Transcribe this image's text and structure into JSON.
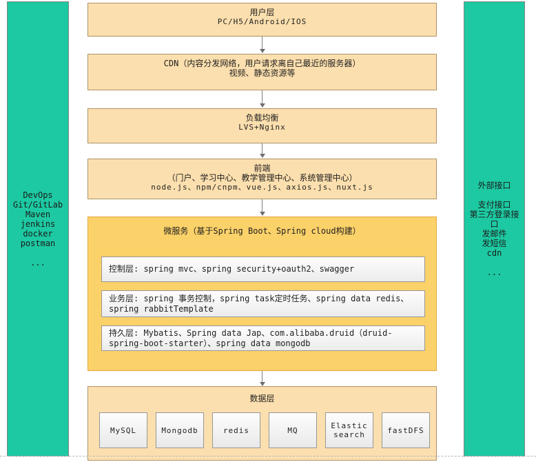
{
  "diagram": {
    "colors": {
      "panel_teal": "#1dc9a2",
      "layer_peach": "#fcdfae",
      "microservice_gold": "#fbd169",
      "sub_box_gray": "#f2f2f2",
      "arrow_gray": "#7d7d7d"
    },
    "left_panel": {
      "items": [
        "DevOps",
        "Git/GitLab",
        "Maven",
        "jenkins",
        "docker",
        "postman",
        "",
        "..."
      ]
    },
    "right_panel": {
      "items": [
        "外部接口",
        "",
        "支付接口",
        "第三方登录接口",
        "发邮件",
        "发短信",
        "cdn",
        "",
        "..."
      ]
    },
    "user_layer": {
      "title": "用户层",
      "subtitle": "PC/H5/Android/IOS"
    },
    "cdn_layer": {
      "title": "CDN（内容分发网络，用户请求离自己最近的服务器）",
      "subtitle": "视频、静态资源等"
    },
    "lb_layer": {
      "title": "负载均衡",
      "subtitle": "LVS+Nginx"
    },
    "frontend_layer": {
      "title": "前端",
      "subtitle": "（门户、学习中心、教学管理中心、系统管理中心）",
      "tech": "node.js、npm/cnpm、vue.js、axios.js、nuxt.js"
    },
    "micro_layer": {
      "title": "微服务（基于Spring Boot、Spring cloud构建）",
      "controller": "控制层: spring mvc、spring security+oauth2、swagger",
      "business": "业务层: spring 事务控制，spring task定时任务、spring data redis、spring rabbitTemplate",
      "persistence": "持久层: Mybatis、Spring data Jap、com.alibaba.druid（druid-spring-boot-starter）、spring data mongodb"
    },
    "data_layer": {
      "title": "数据层",
      "stores": [
        "MySQL",
        "Mongodb",
        "redis",
        "MQ",
        "Elastic search",
        "fastDFS"
      ]
    }
  }
}
